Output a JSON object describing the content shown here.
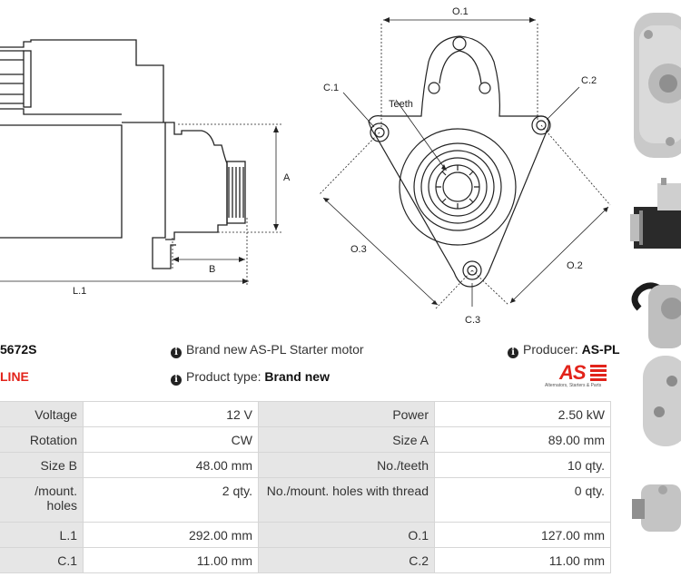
{
  "header": {
    "part_number": "5672S",
    "line": "LINE",
    "brand_info": "Brand new AS-PL Starter motor",
    "type_label": "Product type:",
    "type_value": "Brand new",
    "producer_label": "Producer:",
    "producer_value": "AS-PL",
    "logo_text": "AS",
    "logo_tagline": "Alternators, Starters & Parts"
  },
  "drawing": {
    "side_labels": {
      "a": "A",
      "b": "B",
      "l1": "L.1"
    },
    "front_labels": {
      "o1": "O.1",
      "o2": "O.2",
      "o3": "O.3",
      "c1": "C.1",
      "c2": "C.2",
      "c3": "C.3",
      "teeth": "Teeth"
    }
  },
  "specs": [
    [
      {
        "label": "Voltage",
        "value": "12 V"
      },
      {
        "label": "Power",
        "value": "2.50 kW"
      }
    ],
    [
      {
        "label": "Rotation",
        "value": "CW"
      },
      {
        "label": "Size A",
        "value": "89.00 mm"
      }
    ],
    [
      {
        "label": "Size B",
        "value": "48.00 mm"
      },
      {
        "label": "No./teeth",
        "value": "10 qty."
      }
    ],
    [
      {
        "label": "/mount. holes",
        "value": "2 qty."
      },
      {
        "label": "No./mount. holes with thread",
        "value": "0 qty."
      }
    ],
    [
      {
        "label": "L.1",
        "value": "292.00 mm"
      },
      {
        "label": "O.1",
        "value": "127.00 mm"
      }
    ],
    [
      {
        "label": "C.1",
        "value": "11.00 mm"
      },
      {
        "label": "C.2",
        "value": "11.00 mm"
      }
    ]
  ],
  "colors": {
    "accent_red": "#e2231a",
    "label_bg": "#e6e6e6",
    "border": "#d6d6d6"
  }
}
